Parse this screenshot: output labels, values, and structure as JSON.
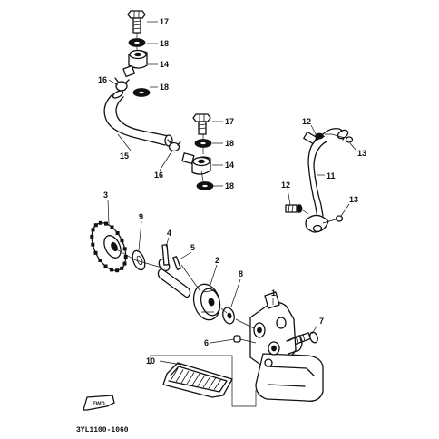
{
  "callouts": {
    "c17a": "17",
    "c18a": "18",
    "c14a": "14",
    "c16a": "16",
    "c18b": "18",
    "c17b": "17",
    "c18c": "18",
    "c14b": "14",
    "c18d": "18",
    "c16b": "16",
    "c15": "15",
    "c12a": "12",
    "c13a": "13",
    "c11": "11",
    "c12b": "12",
    "c13b": "13",
    "c3": "3",
    "c9": "9",
    "c4": "4",
    "c5": "5",
    "c2": "2",
    "c8": "8",
    "c1": "1",
    "c7": "7",
    "c6": "6",
    "c10": "10"
  },
  "fwd_label": "FWD",
  "drawing_code": "3YL1100-1060"
}
